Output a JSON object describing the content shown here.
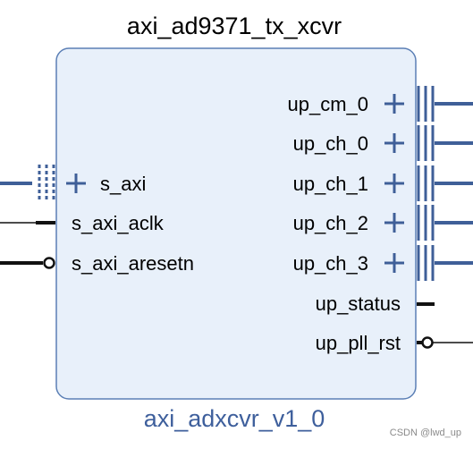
{
  "block": {
    "title": "axi_ad9371_tx_xcvr",
    "subtitle": "axi_adxcvr_v1_0",
    "fill_color": "#e8f0fa",
    "border_color": "#5b7fb5",
    "subtitle_color": "#3e5f9c",
    "bus_color": "#3f5f98",
    "wire_color": "#111111"
  },
  "left_ports": [
    {
      "label": "s_axi",
      "kind": "bus-interface"
    },
    {
      "label": "s_axi_aclk",
      "kind": "clock-input"
    },
    {
      "label": "s_axi_aresetn",
      "kind": "active-low-reset-input"
    }
  ],
  "right_ports": [
    {
      "label": "up_cm_0",
      "kind": "bus-interface"
    },
    {
      "label": "up_ch_0",
      "kind": "bus-interface"
    },
    {
      "label": "up_ch_1",
      "kind": "bus-interface"
    },
    {
      "label": "up_ch_2",
      "kind": "bus-interface"
    },
    {
      "label": "up_ch_3",
      "kind": "bus-interface"
    },
    {
      "label": "up_status",
      "kind": "output"
    },
    {
      "label": "up_pll_rst",
      "kind": "active-low-output"
    }
  ],
  "watermark": "CSDN @lwd_up"
}
